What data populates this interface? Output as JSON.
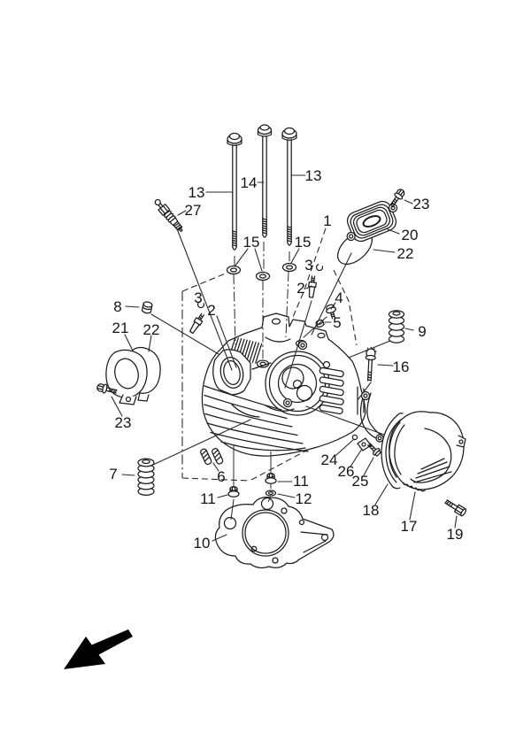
{
  "figure": {
    "type": "exploded-parts-diagram",
    "subject": "cylinder head assembly",
    "background_color": "#ffffff",
    "ink_color": "#1c1c1c",
    "callouts": [
      {
        "label": "13"
      },
      {
        "label": "14"
      },
      {
        "label": "13"
      },
      {
        "label": "27"
      },
      {
        "label": "15"
      },
      {
        "label": "15"
      },
      {
        "label": "1"
      },
      {
        "label": "23"
      },
      {
        "label": "20"
      },
      {
        "label": "22"
      },
      {
        "label": "8"
      },
      {
        "label": "21"
      },
      {
        "label": "22"
      },
      {
        "label": "23"
      },
      {
        "label": "3"
      },
      {
        "label": "2"
      },
      {
        "label": "3"
      },
      {
        "label": "2"
      },
      {
        "label": "4"
      },
      {
        "label": "5"
      },
      {
        "label": "9"
      },
      {
        "label": "16"
      },
      {
        "label": "7"
      },
      {
        "label": "6"
      },
      {
        "label": "11"
      },
      {
        "label": "11"
      },
      {
        "label": "12"
      },
      {
        "label": "10"
      },
      {
        "label": "24"
      },
      {
        "label": "26"
      },
      {
        "label": "25"
      },
      {
        "label": "18"
      },
      {
        "label": "17"
      },
      {
        "label": "19"
      }
    ],
    "direction_arrow": {
      "icon": "arrow",
      "points": "down-left"
    }
  }
}
